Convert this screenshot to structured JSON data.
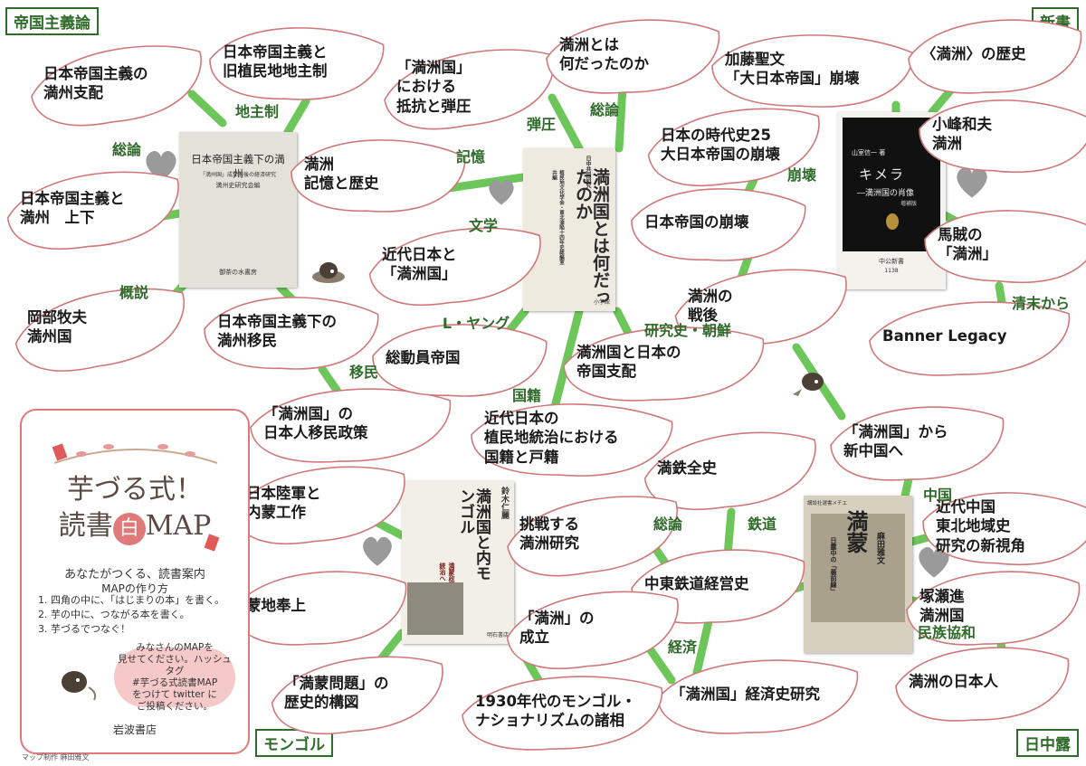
{
  "corners": {
    "top_left": "帝国主義論",
    "top_right": "新書",
    "bottom_left": "モンゴル",
    "bottom_right": "日中露"
  },
  "leaves": [
    {
      "id": "nihon-teikoku-manshu-shihai",
      "lines": [
        "日本帝国主義の",
        "満州支配"
      ]
    },
    {
      "id": "kyu-shokuminchi",
      "lines": [
        "日本帝国主義と",
        "旧植民地地主制"
      ]
    },
    {
      "id": "manshu-jouge",
      "lines": [
        "日本帝国主義と",
        "満州　上下"
      ]
    },
    {
      "id": "okabe",
      "lines": [
        "岡部牧夫",
        "満州国"
      ]
    },
    {
      "id": "imin",
      "lines": [
        "日本帝国主義下の",
        "満州移民"
      ]
    },
    {
      "id": "imin-seisaku",
      "lines": [
        "「満洲国」の",
        "日本人移民政策"
      ]
    },
    {
      "id": "teikou",
      "lines": [
        "「満洲国」",
        "における",
        "抵抗と弾圧"
      ]
    },
    {
      "id": "kioku",
      "lines": [
        "満洲",
        "記憶と歴史"
      ]
    },
    {
      "id": "kindai-manshukoku",
      "lines": [
        "近代日本と",
        "「満洲国」"
      ]
    },
    {
      "id": "soudouin",
      "lines": [
        "総動員帝国"
      ]
    },
    {
      "id": "nandatta",
      "lines": [
        "満洲とは",
        "何だったのか"
      ]
    },
    {
      "id": "jidaishi",
      "lines": [
        "日本の時代史25",
        "大日本帝国の崩壊"
      ]
    },
    {
      "id": "kato",
      "lines": [
        "加藤聖文",
        "「大日本帝国」崩壊"
      ]
    },
    {
      "id": "rekishi",
      "lines": [
        "〈満洲〉の歴史"
      ]
    },
    {
      "id": "komine",
      "lines": [
        "小峰和夫",
        "満洲"
      ]
    },
    {
      "id": "bazoku",
      "lines": [
        "馬賊の",
        "「満洲」"
      ]
    },
    {
      "id": "banner",
      "lines": [
        "Banner Legacy"
      ]
    },
    {
      "id": "houkai",
      "lines": [
        "日本帝国の崩壊"
      ]
    },
    {
      "id": "sengo",
      "lines": [
        "満洲の",
        "戦後"
      ]
    },
    {
      "id": "teikoku-shihai",
      "lines": [
        "満洲国と日本の",
        "帝国支配"
      ]
    },
    {
      "id": "kokuseki",
      "lines": [
        "近代日本の",
        "植民地統治における",
        "国籍と戸籍"
      ]
    },
    {
      "id": "shinchugoku",
      "lines": [
        "「満洲国」から",
        "新中国へ"
      ]
    },
    {
      "id": "mantetsu",
      "lines": [
        "満鉄全史"
      ]
    },
    {
      "id": "chosen",
      "lines": [
        "挑戦する",
        "満洲研究"
      ]
    },
    {
      "id": "chutou",
      "lines": [
        "中東鉄道経営史"
      ]
    },
    {
      "id": "tohoku",
      "lines": [
        "近代中国",
        "東北地域史",
        "研究の新視角"
      ]
    },
    {
      "id": "tsukase",
      "lines": [
        "塚瀬進",
        "満洲国"
      ]
    },
    {
      "id": "nihonjin",
      "lines": [
        "満洲の日本人"
      ]
    },
    {
      "id": "seiritsu",
      "lines": [
        "「満洲」の",
        "成立"
      ]
    },
    {
      "id": "keizaishi",
      "lines": [
        "「満洲国」経済史研究"
      ]
    },
    {
      "id": "nationalism",
      "lines": [
        "1930年代のモンゴル・",
        "ナショナリズムの諸相"
      ]
    },
    {
      "id": "manmou-mondai",
      "lines": [
        "「満蒙問題」の",
        "歴史的構図"
      ]
    },
    {
      "id": "mouchi",
      "lines": [
        "蒙地奉上"
      ]
    },
    {
      "id": "rikugun",
      "lines": [
        "日本陸軍と",
        "内蒙工作"
      ]
    }
  ],
  "edge_labels": [
    "地主制",
    "総論",
    "概説",
    "移民",
    "弾圧",
    "記憶",
    "文学",
    "L・ヤング",
    "総論",
    "研究史・朝鮮",
    "国籍",
    "崩壊",
    "清末から",
    "中国",
    "鉄道",
    "総論",
    "経済",
    "民族協和"
  ],
  "books": [
    {
      "id": "book-teikoku",
      "title": "日本帝国主義下の満州",
      "subtitle": "「満州国」成立前後の経済研究",
      "editor": "満州史研究会編",
      "publisher": "御茶の水書房"
    },
    {
      "id": "book-nandatta",
      "series": "日中共同研究",
      "title": "満洲国とは何だったのか",
      "editor": "植民地文化学会・東北淪陥十四年史総編室 共編",
      "publisher": "小学館"
    },
    {
      "id": "book-chimera",
      "author": "山室信一 著",
      "title": "キメラ",
      "subtitle": "―満洲国の肖像",
      "edition": "増補版",
      "publisher": "中公新書",
      "number": "1138"
    },
    {
      "id": "book-mongol",
      "author": "鈴木仁麗",
      "title": "満洲国と内モンゴル",
      "subtitle": "満蒙政策から興安省統治へ",
      "publisher": "明石書店"
    },
    {
      "id": "book-manmou",
      "series": "講談社選書メチエ",
      "title": "満蒙",
      "subtitle": "日露中の「最前線」",
      "author": "麻田雅文"
    }
  ],
  "legend": {
    "title_line1": "芋づる式！",
    "title_line2a": "読書",
    "title_badge": "白",
    "title_line2b": "MAP",
    "tagline": "あなたがつくる、読書案内",
    "howto_title": "MAPの作り方",
    "steps": [
      "1. 四角の中に、「はじまりの本」を書く。",
      "2. 芋の中に、つながる本を書く。",
      "3. 芋づるでつなぐ！"
    ],
    "bubble_lines": [
      "みなさんのMAPを",
      "見せてください。ハッシュタグ",
      "#芋づる式読書MAP",
      "をつけて twitter に",
      "ご投稿ください。"
    ],
    "publisher": "岩波書店"
  },
  "credit": "マップ制作 麻田雅文",
  "colors": {
    "vine": "#6cc65a",
    "leaf_border": "#d07878",
    "label": "#2f6b2a",
    "accent": "#e07a7a"
  }
}
